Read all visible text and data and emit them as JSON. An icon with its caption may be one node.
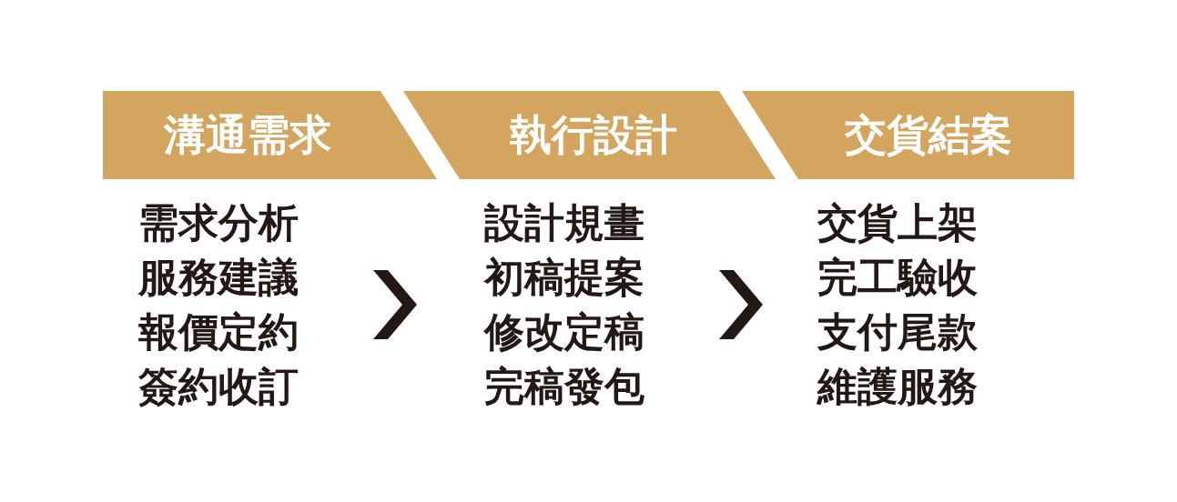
{
  "diagram": {
    "nodes": [
      {
        "text": [
          "溝通需求"
        ]
      },
      {
        "text": [
          "執行設計"
        ]
      },
      {
        "text": [
          "交貨結案"
        ]
      },
      {
        "text": [
          "需求分析",
          "服務建議",
          "報價定約",
          "簽約收訂"
        ]
      },
      {
        "text": [
          "設計規畫",
          "初稿提案",
          "修改定稿",
          "完稿發包"
        ]
      },
      {
        "text": [
          "交貨上架",
          "完工驗收",
          "支付尾款",
          "維護服務"
        ]
      }
    ],
    "edges": [
      {
        "from": 3,
        "to": 4,
        "arrow": "to"
      },
      {
        "from": 4,
        "to": 5,
        "arrow": "to"
      }
    ]
  }
}
